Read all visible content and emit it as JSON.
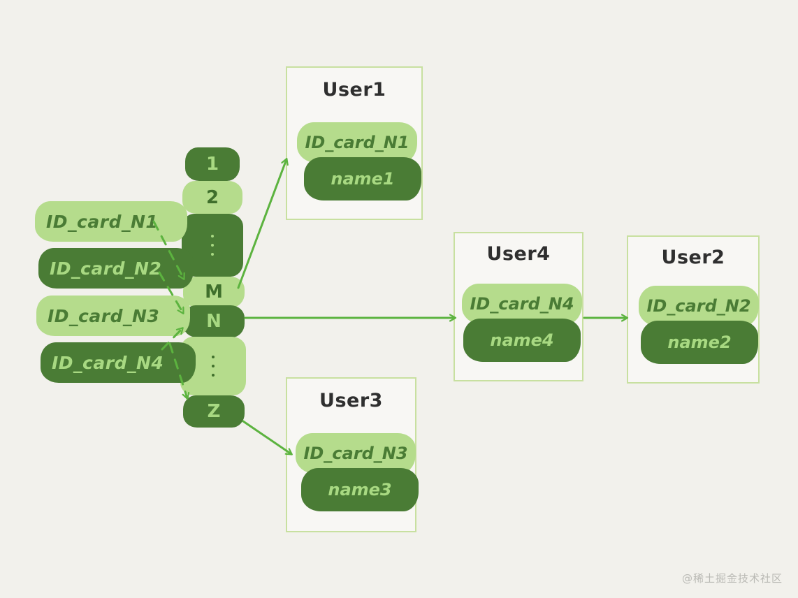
{
  "page": {
    "background_color": "#f2f1ec",
    "accent_light": "#b5dc8c",
    "accent_dark": "#4a7c35",
    "border_color": "#c8e0a0",
    "arrow_color": "#5cb33f",
    "watermark": "@稀土掘金技术社区"
  },
  "id_card_stack": {
    "items": [
      {
        "label": "ID_card_N1",
        "style": "light"
      },
      {
        "label": "ID_card_N2",
        "style": "dark"
      },
      {
        "label": "ID_card_N3",
        "style": "light"
      },
      {
        "label": "ID_card_N4",
        "style": "dark"
      }
    ]
  },
  "index_column": {
    "slots": [
      {
        "label": "1",
        "style": "dark",
        "is_ellipsis": false
      },
      {
        "label": "2",
        "style": "light",
        "is_ellipsis": false
      },
      {
        "label": "⋮",
        "style": "dark",
        "is_ellipsis": true
      },
      {
        "label": "M",
        "style": "light",
        "is_ellipsis": false
      },
      {
        "label": "N",
        "style": "dark",
        "is_ellipsis": false
      },
      {
        "label": "⋮",
        "style": "light",
        "is_ellipsis": true
      },
      {
        "label": "Z",
        "style": "dark",
        "is_ellipsis": false
      }
    ]
  },
  "user_boxes": [
    {
      "key": "user1",
      "title": "User1",
      "id_card": "ID_card_N1",
      "name": "name1"
    },
    {
      "key": "user4",
      "title": "User4",
      "id_card": "ID_card_N4",
      "name": "name4"
    },
    {
      "key": "user2",
      "title": "User2",
      "id_card": "ID_card_N2",
      "name": "name2"
    },
    {
      "key": "user3",
      "title": "User3",
      "id_card": "ID_card_N3",
      "name": "name3"
    }
  ],
  "connections": [
    {
      "from": "ID_card_N1",
      "to": "slot-M",
      "style": "dashed"
    },
    {
      "from": "ID_card_N2",
      "to": "slot-N",
      "style": "dashed"
    },
    {
      "from": "ID_card_N3",
      "to": "slot-N",
      "style": "dashed"
    },
    {
      "from": "ID_card_N4",
      "to": "slot-Z",
      "style": "dashed"
    },
    {
      "from": "slot-M",
      "to": "user1",
      "style": "solid"
    },
    {
      "from": "slot-N",
      "to": "user4",
      "style": "solid"
    },
    {
      "from": "slot-Z",
      "to": "user3",
      "style": "solid"
    },
    {
      "from": "user4",
      "to": "user2",
      "style": "solid"
    }
  ]
}
